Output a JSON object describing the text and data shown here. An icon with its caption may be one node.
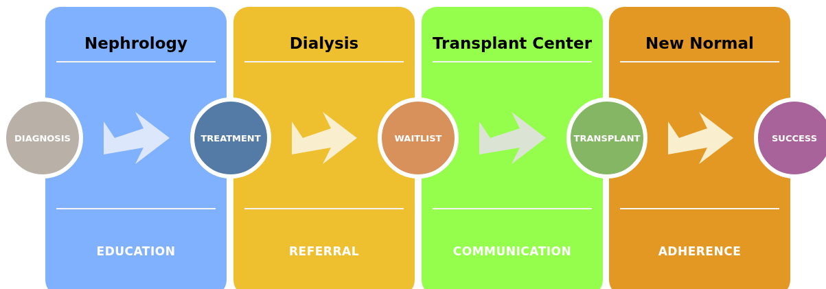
{
  "diagram": {
    "nodes": [
      {
        "text": [
          "Nephrology",
          "EDUCATION"
        ]
      },
      {
        "text": [
          "Dialysis",
          "REFERRAL"
        ]
      },
      {
        "text": [
          "Transplant Center",
          "COMMUNICATION"
        ]
      },
      {
        "text": [
          "New Normal",
          "ADHERENCE"
        ]
      },
      {
        "text": [
          "DIAGNOSIS"
        ]
      },
      {
        "text": [
          "TREATMENT"
        ]
      },
      {
        "text": [
          "WAITLIST"
        ]
      },
      {
        "text": [
          "TRANSPLANT"
        ]
      },
      {
        "text": [
          "SUCCESS"
        ]
      }
    ],
    "edges": [
      {
        "from": 4,
        "to": 5,
        "arrow": "to",
        "color": "#dde7fb"
      },
      {
        "from": 5,
        "to": 6,
        "arrow": "to",
        "color": "#f9efcf"
      },
      {
        "from": 6,
        "to": 7,
        "arrow": "to",
        "color": "#dbe4d4"
      },
      {
        "from": 7,
        "to": 8,
        "arrow": "to",
        "color": "#f9efcf"
      }
    ]
  }
}
